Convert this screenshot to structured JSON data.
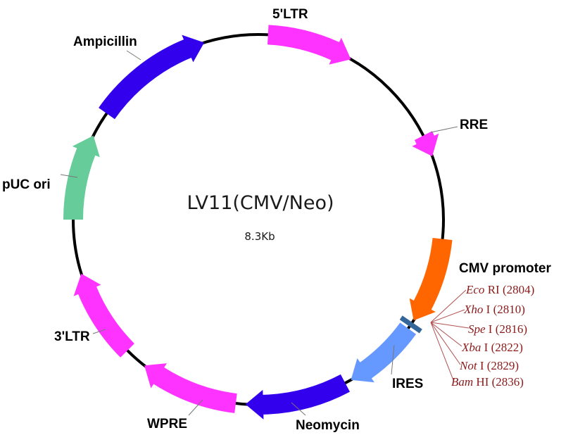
{
  "plasmid": {
    "name": "LV11(CMV/Neo)",
    "size": "8.3Kb",
    "backbone_color": "#000000",
    "features": [
      {
        "key": "ltr5",
        "label": "5'LTR",
        "color": "#ff33ff",
        "start_deg": 3,
        "end_deg": 30
      },
      {
        "key": "rre",
        "label": "RRE",
        "color": "#ff33ff",
        "start_deg": 63,
        "end_deg": 70
      },
      {
        "key": "cmv",
        "label": "CMV promoter",
        "color": "#ff6600",
        "start_deg": 96,
        "end_deg": 123
      },
      {
        "key": "ires",
        "label": "IRES",
        "color": "#6699ff",
        "start_deg": 126,
        "end_deg": 150
      },
      {
        "key": "neo",
        "label": "Neomycin",
        "color": "#3300ee",
        "start_deg": 152,
        "end_deg": 184
      },
      {
        "key": "wpre",
        "label": "WPRE",
        "color": "#ff33ff",
        "start_deg": 187,
        "end_deg": 218
      },
      {
        "key": "ltr3",
        "label": "3'LTR",
        "color": "#ff33ff",
        "start_deg": 225,
        "end_deg": 253
      },
      {
        "key": "puc",
        "label": "pUC ori",
        "color": "#66cc99",
        "start_deg": 270,
        "end_deg": 297
      },
      {
        "key": "amp",
        "label": "Ampicillin",
        "color": "#3300ee",
        "start_deg": 305,
        "end_deg": 343
      }
    ],
    "mcs": {
      "color": "#336699",
      "sites": [
        {
          "enzyme_italic": "Eco",
          "enzyme_rest": " RI",
          "position": "(2804)"
        },
        {
          "enzyme_italic": "Xho",
          "enzyme_rest": " I",
          "position": "(2810)"
        },
        {
          "enzyme_italic": "Spe",
          "enzyme_rest": " I",
          "position": "(2816)"
        },
        {
          "enzyme_italic": "Xba",
          "enzyme_rest": " I",
          "position": "(2822)"
        },
        {
          "enzyme_italic": "Not",
          "enzyme_rest": " I",
          "position": "(2829)"
        },
        {
          "enzyme_italic": "Bam",
          "enzyme_rest": " HI",
          "position": "(2836)"
        }
      ]
    }
  }
}
